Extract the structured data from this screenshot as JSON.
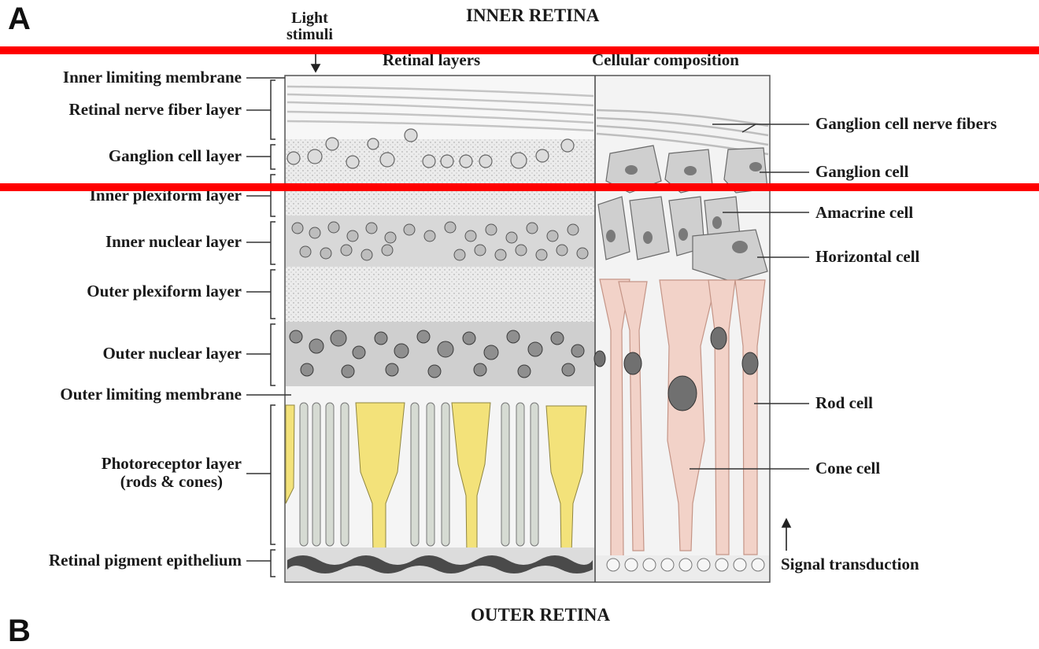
{
  "figure": {
    "panel_a": "A",
    "panel_b": "B",
    "top_title": "INNER RETINA",
    "bottom_title": "OUTER RETINA",
    "light_stimuli": "Light\nstimuli",
    "col_retinal_layers": "Retinal layers",
    "col_cellular_composition": "Cellular composition",
    "signal_transduction": "Signal transduction"
  },
  "left_labels": [
    "Inner limiting membrane",
    "Retinal nerve fiber layer",
    "Ganglion cell layer",
    "Inner plexiform layer",
    "Inner nuclear layer",
    "Outer plexiform layer",
    "Outer nuclear layer",
    "Outer limiting membrane",
    "Photoreceptor layer\n(rods & cones)",
    "Retinal pigment epithelium"
  ],
  "right_labels": [
    "Ganglion cell nerve fibers",
    "Ganglion cell",
    "Amacrine cell",
    "Horizontal cell",
    "Rod cell",
    "Cone cell"
  ],
  "colors": {
    "overlay_bar": "#ff0000",
    "cone_yellow": "#f3e27a",
    "cell_pink": "#f2d2c8",
    "layer_gray": "#e4e4e4"
  }
}
